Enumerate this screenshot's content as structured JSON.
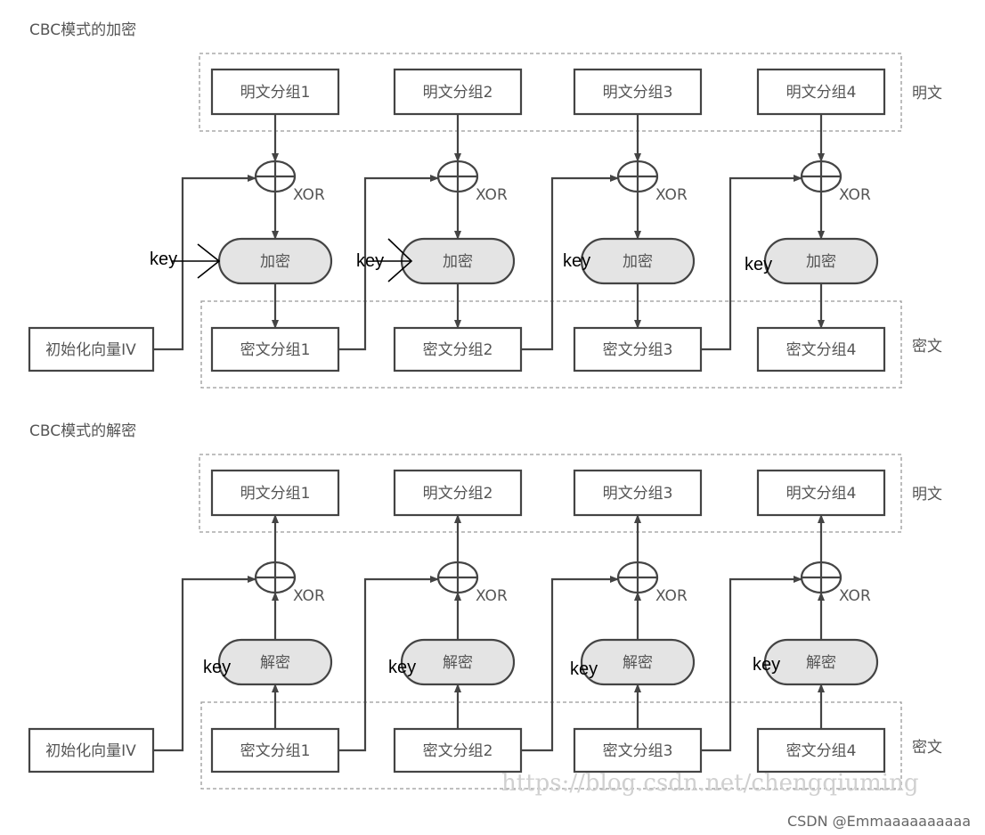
{
  "encryption": {
    "title": "CBC模式的加密",
    "plaintext_label": "明文",
    "ciphertext_label": "密文",
    "plain_blocks": [
      "明文分组1",
      "明文分组2",
      "明文分组3",
      "明文分组4"
    ],
    "cipher_blocks": [
      "密文分组1",
      "密文分组2",
      "密文分组3",
      "密文分组4"
    ],
    "op_label": "加密",
    "xor_label": "XOR",
    "iv_label": "初始化向量IV",
    "key_label": "key"
  },
  "decryption": {
    "title": "CBC模式的解密",
    "plaintext_label": "明文",
    "ciphertext_label": "密文",
    "plain_blocks": [
      "明文分组1",
      "明文分组2",
      "明文分组3",
      "明文分组4"
    ],
    "cipher_blocks": [
      "密文分组1",
      "密文分组2",
      "密文分组3",
      "密文分组4"
    ],
    "op_label": "解密",
    "xor_label": "XOR",
    "iv_label": "初始化向量IV",
    "key_label": "key"
  },
  "watermark": "https://blog.csdn.net/chengqiuming",
  "credit": "CSDN @Emmaaaaaaaaaa"
}
